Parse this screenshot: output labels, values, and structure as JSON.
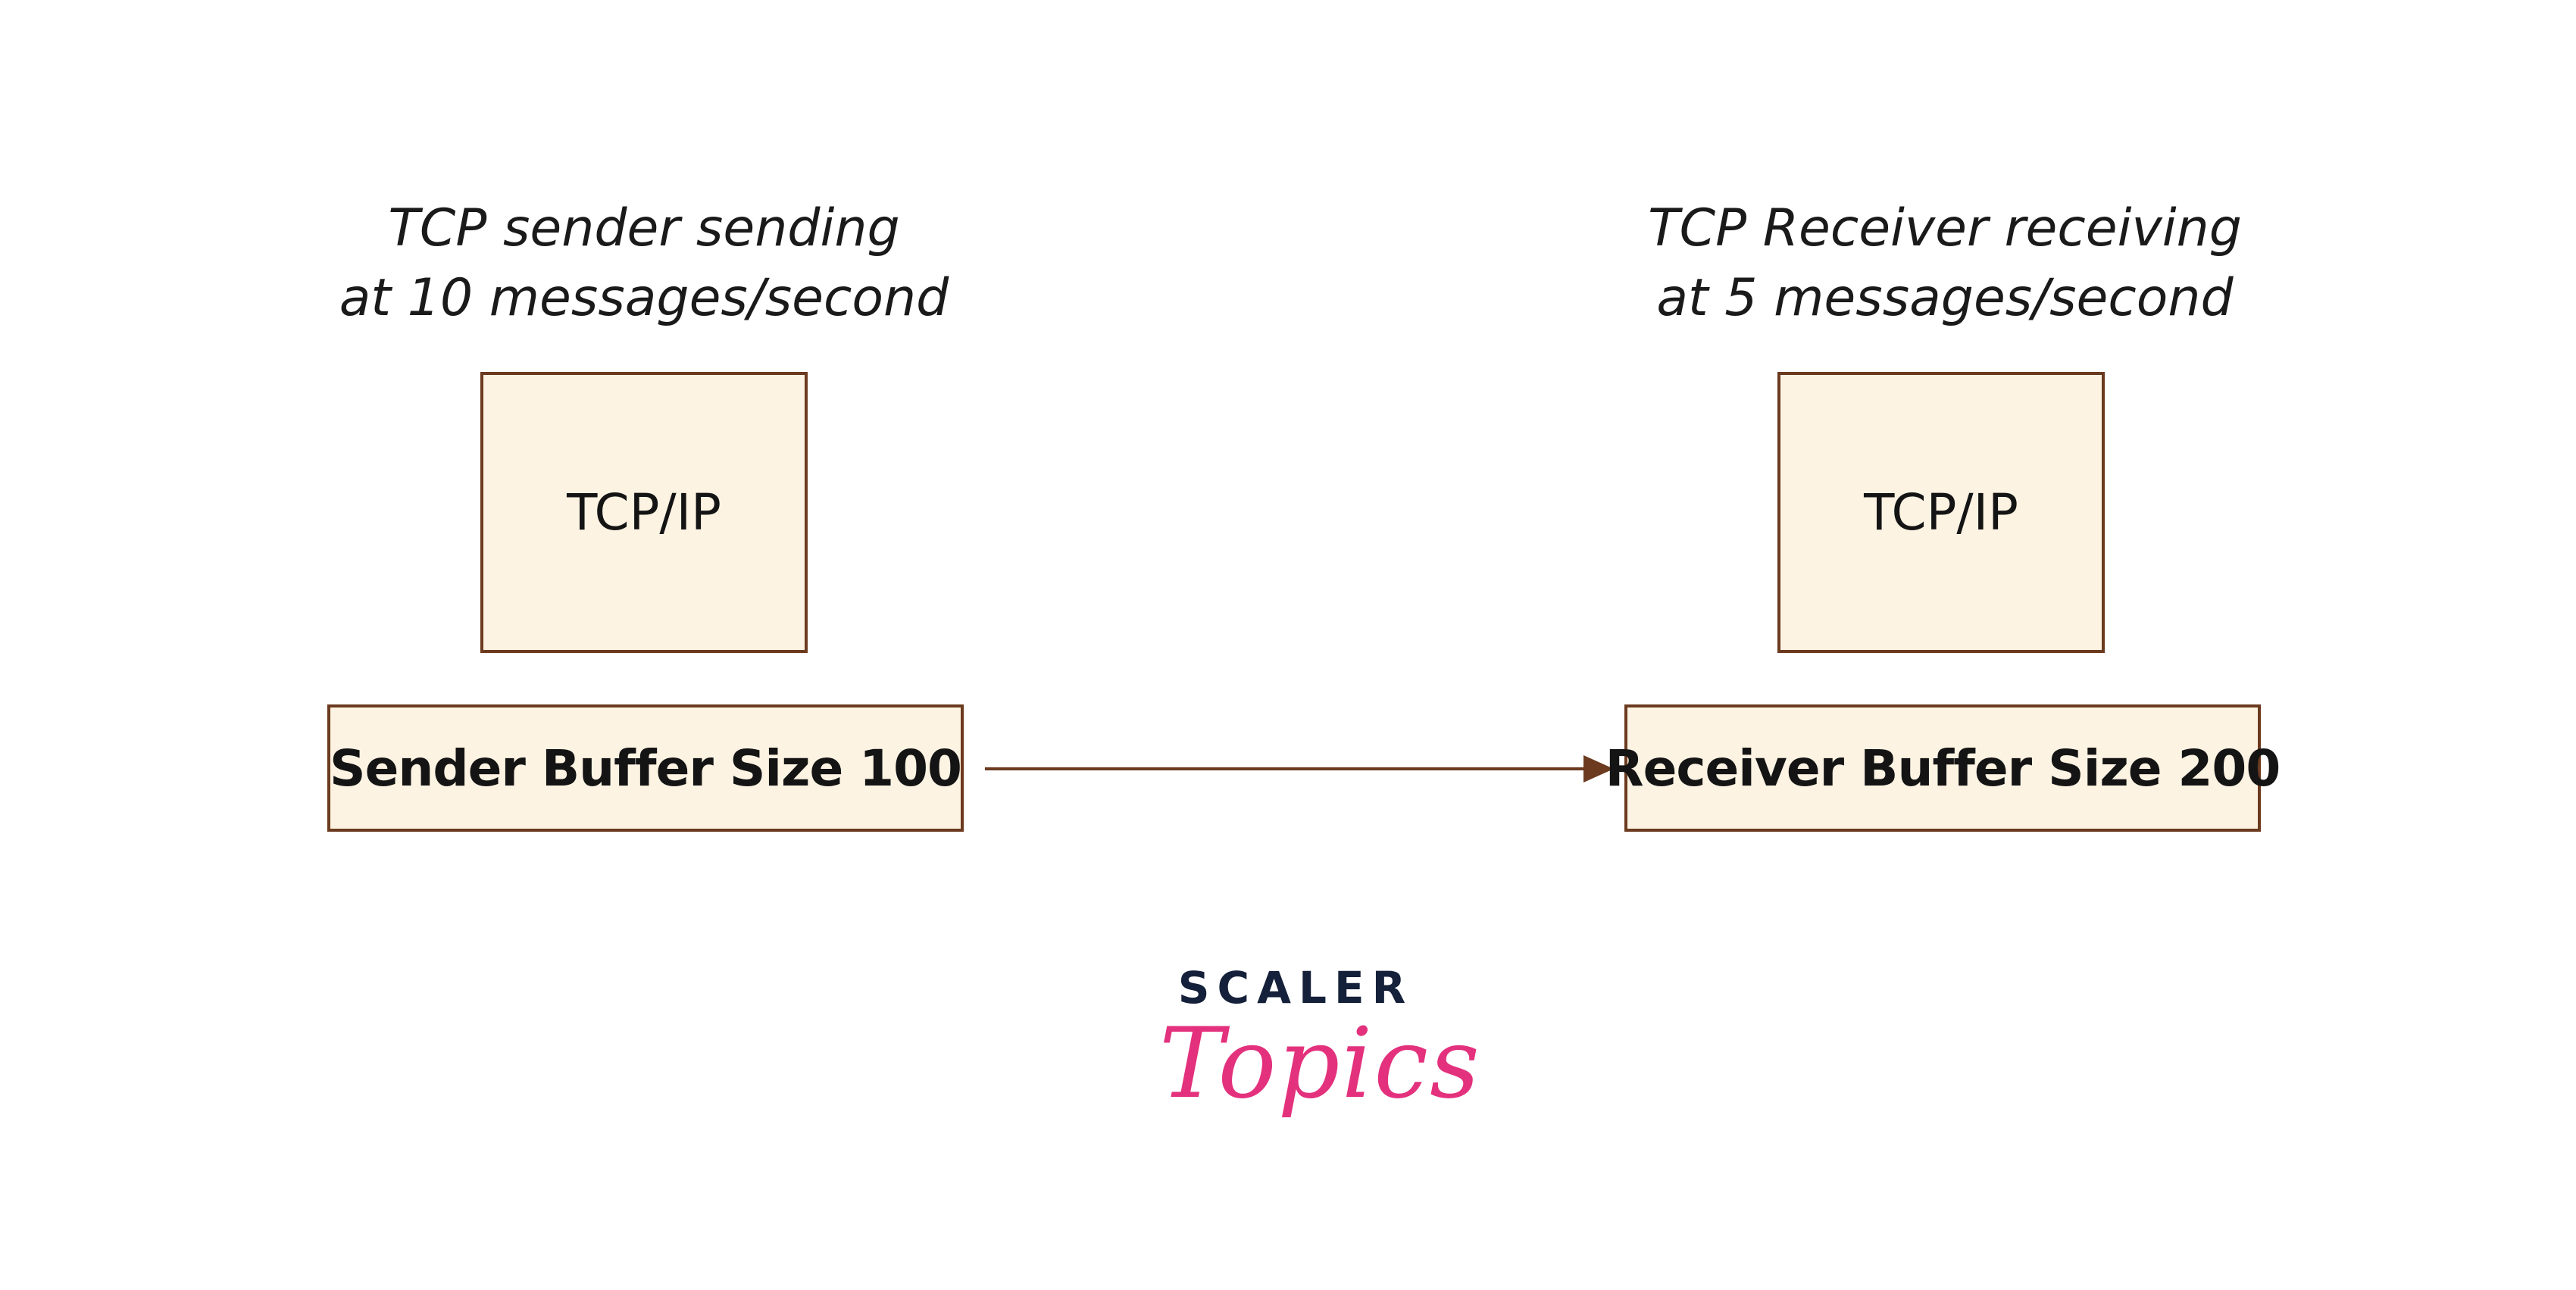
{
  "sender": {
    "caption_line1": "TCP sender sending",
    "caption_line2": "at 10 messages/second",
    "stack_label": "TCP/IP",
    "buffer_label": "Sender Buffer Size 100"
  },
  "receiver": {
    "caption_line1": "TCP Receiver receiving",
    "caption_line2": "at 5 messages/second",
    "stack_label": "TCP/IP",
    "buffer_label": "Receiver Buffer Size 200"
  },
  "logo": {
    "line1": "SCALER",
    "line2": "Topics"
  },
  "colors": {
    "box_fill": "#fdf3e3",
    "box_border": "#6b3a1f",
    "arrow": "#6b3a1f",
    "logo_dark": "#15203a",
    "logo_pink": "#e3317d"
  }
}
